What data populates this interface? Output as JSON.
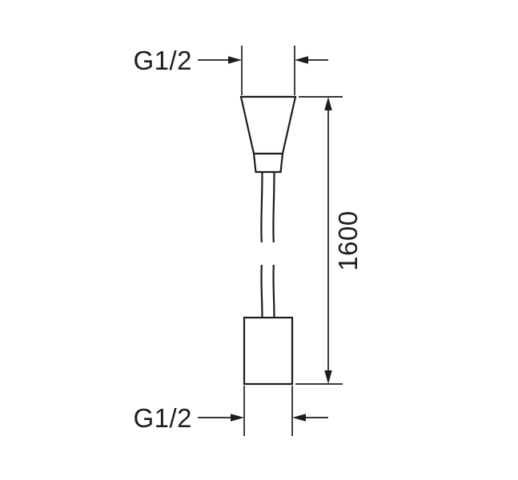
{
  "drawing": {
    "labels": {
      "top_thread": "G1/2",
      "length": "1600",
      "bottom_thread": "G1/2"
    },
    "colors": {
      "line": "#1d1d1b",
      "background": "#ffffff"
    }
  }
}
